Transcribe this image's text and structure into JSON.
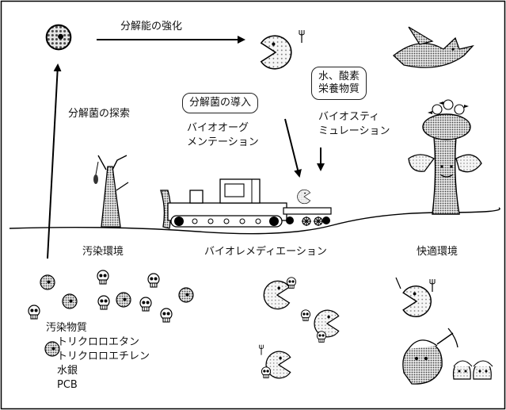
{
  "labels": {
    "strengthen": "分解能の強化",
    "search": "分解菌の探索",
    "introduce": "分解菌の導入",
    "augmentation_line1": "バイオオーグ",
    "augmentation_line2": "メンテーション",
    "nutrients_line1": "水、酸素",
    "nutrients_line2": "栄養物質",
    "stimulation_line1": "バイオスティ",
    "stimulation_line2": "ミュレーション",
    "polluted_env": "汚染環境",
    "bioremediation": "バイオレメディエーション",
    "comfortable_env": "快適環境"
  },
  "pollutants": {
    "title": "汚染物質",
    "items": [
      "トリクロロエタン",
      "トリクロロエチレン",
      "水銀",
      "PCB"
    ]
  }
}
